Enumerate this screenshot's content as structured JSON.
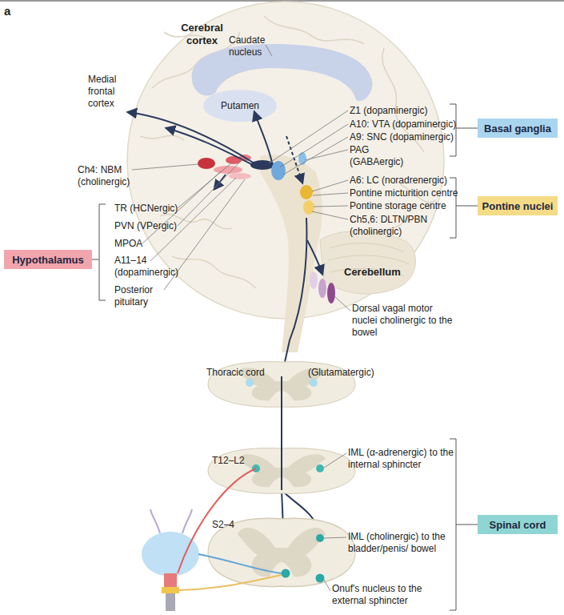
{
  "diagram": {
    "nodes": [
      {
        "text": [
          "Basal ganglia"
        ]
      },
      {
        "text": [
          "Pontine nuclei"
        ]
      },
      {
        "text": [
          "Hypothalamus"
        ]
      },
      {
        "text": [
          "Spinal cord"
        ]
      }
    ],
    "labels": [
      "a",
      "Cerebral cortex",
      "Caudate nucleus",
      "Medial frontal cortex",
      "Putamen",
      "Z1 (dopaminergic)",
      "A10: VTA (dopaminergic)",
      "A9: SNC (dopaminergic)",
      "PAG (GABAergic)",
      "Ch4: NBM (cholinergic)",
      "A6: LC (noradrenergic)",
      "Pontine micturition centre",
      "Pontine storage centre",
      "TR (HCNergic)",
      "Ch5,6: DLTN/PBN (cholinergic)",
      "PVN (VPergic)",
      "MPOA",
      "A11–14 (dopaminergic)",
      "Cerebellum",
      "Posterior pituitary",
      "Dorsal vagal motor nuclei cholinergic to the bowel",
      "Thoracic cord",
      "(Glutamatergic)",
      "T12–L2",
      "IML (α-adrenergic) to the internal sphincter",
      "S2–4",
      "IML (cholinergic) to the bladder/penis/ bowel",
      "Onuf's nucleus to the external sphincter"
    ]
  }
}
